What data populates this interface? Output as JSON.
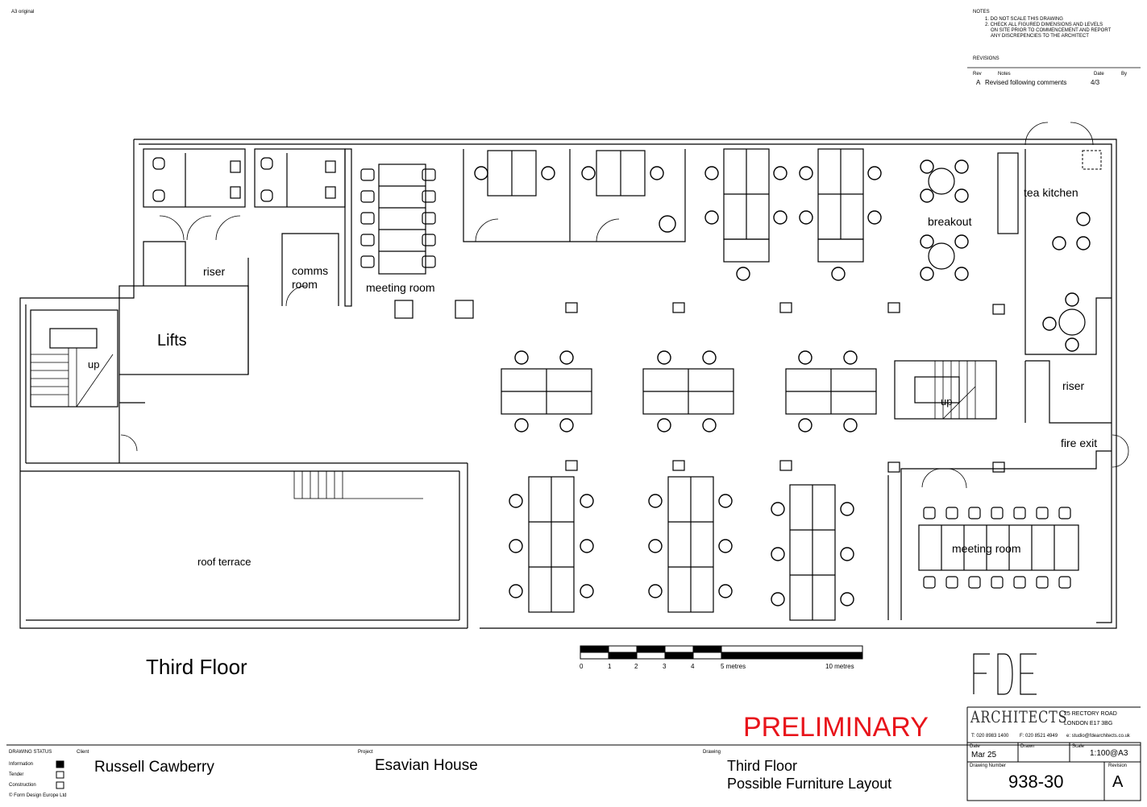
{
  "sheet": {
    "paper_size": "A3 original",
    "preliminary": "PRELIMINARY",
    "floor_title": "Third Floor"
  },
  "notes": {
    "heading": "NOTES",
    "items": [
      "1. DO NOT SCALE THIS DRAWING",
      "2. CHECK ALL FIGURED DIMENSIONS AND LEVELS",
      "ON SITE PRIOR TO COMMENCEMENT AND REPORT",
      "ANY DISCREPENCIES TO THE ARCHITECT"
    ]
  },
  "revisions": {
    "heading": "REVISIONS",
    "col_rev": "Rev",
    "col_notes": "Notes",
    "col_date": "Date",
    "col_by": "By",
    "rows": [
      {
        "rev": "A",
        "notes": "Revised following comments",
        "date": "4/3",
        "by": ""
      }
    ]
  },
  "rooms": {
    "lifts": "Lifts",
    "riser_top": "riser",
    "comms_room_1": "comms",
    "comms_room_2": "room",
    "meeting_room_top": "meeting room",
    "breakout": "breakout",
    "tea_kitchen": "tea kitchen",
    "riser_right": "riser",
    "fire_exit": "fire exit",
    "meeting_room_bottom": "meeting room",
    "roof_terrace": "roof terrace",
    "stair_up_left": "up",
    "stair_up_center": "up"
  },
  "scale_bar": {
    "ticks": [
      "0",
      "1",
      "2",
      "3",
      "4",
      "5 metres",
      "10 metres"
    ]
  },
  "firm": {
    "logo": "FDE",
    "logo_sub": "ARCHITECTS",
    "address_1": "25 RECTORY ROAD",
    "address_2": "LONDON    E17 3BG",
    "tel": "T: 020 8983 1400",
    "fax": "F: 020 8521 4949",
    "email": "e: studio@fdearchitects.co.uk"
  },
  "title_block": {
    "drawing_status_label": "DRAWING STATUS",
    "status_options": [
      {
        "label": "Information",
        "checked": true
      },
      {
        "label": "Tender",
        "checked": false
      },
      {
        "label": "Construction",
        "checked": false
      }
    ],
    "copyright": "© Form Design Europe Ltd",
    "client_label": "Client",
    "client": "Russell Cawberry",
    "project_label": "Project",
    "project": "Esavian House",
    "drawing_label": "Drawing",
    "drawing_line1": "Third Floor",
    "drawing_line2": "Possible Furniture Layout",
    "date_label": "Date",
    "date": "Mar 25",
    "drawn_label": "Drawn",
    "drawn": "",
    "scale_label": "Scale",
    "scale": "1:100@A3",
    "drawing_number_label": "Drawing Number",
    "drawing_number": "938-30",
    "revision_label": "Revision",
    "revision": "A"
  }
}
